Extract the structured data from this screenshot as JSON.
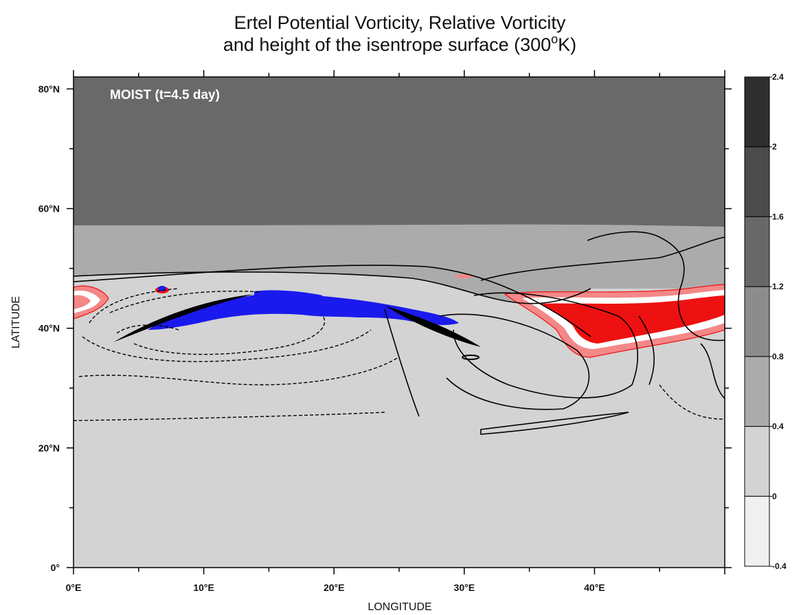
{
  "chart_data": {
    "type": "heatmap",
    "title_line1": "Ertel Potential Vorticity, Relative Vorticity",
    "title_line2_prefix": "and height of the isentrope surface (300",
    "title_line2_degree": "o",
    "title_line2_suffix": "K)",
    "annotation": "MOIST (t=4.5 day)",
    "xlabel": "LONGITUDE",
    "ylabel": "LATITUDE",
    "xlim": [
      0,
      50
    ],
    "ylim": [
      0,
      82
    ],
    "x_ticks": [
      {
        "value": 0,
        "label": "0°E"
      },
      {
        "value": 10,
        "label": "10°E"
      },
      {
        "value": 20,
        "label": "20°E"
      },
      {
        "value": 30,
        "label": "30°E"
      },
      {
        "value": 40,
        "label": "40°E"
      }
    ],
    "y_ticks": [
      {
        "value": 0,
        "label": "0°"
      },
      {
        "value": 20,
        "label": "20°N"
      },
      {
        "value": 40,
        "label": "40°N"
      },
      {
        "value": 60,
        "label": "60°N"
      },
      {
        "value": 80,
        "label": "80°N"
      }
    ],
    "colorbar": {
      "levels": [
        "2.4",
        "2",
        "1.6",
        "1.2",
        "0.8",
        "0.4",
        "0",
        "-0.4"
      ],
      "colors": [
        "#2e2e2e",
        "#4b4b4b",
        "#686868",
        "#8c8c8c",
        "#ababab",
        "#d3d3d3",
        "#f0f0f0"
      ]
    },
    "colors": {
      "low_pv": "#d3d3d3",
      "mid_pv": "#ababab",
      "high_pv": "#696969",
      "positive_vorticity_strong": "#ee1111",
      "positive_vorticity_weak": "#f48888",
      "negative_vorticity": "#1a1aee",
      "contour": "#000000"
    }
  }
}
